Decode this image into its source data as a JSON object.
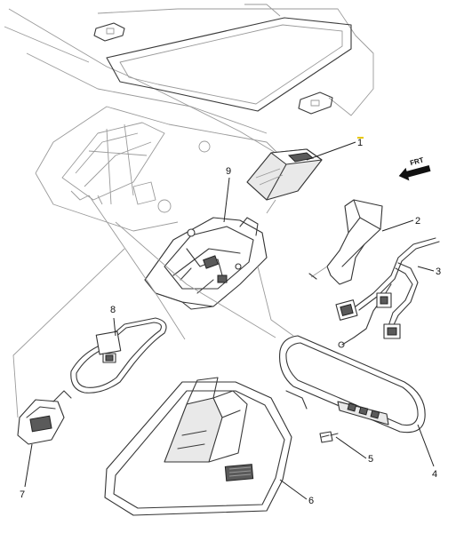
{
  "figure": {
    "orientation_label": "FRT",
    "callouts": [
      {
        "id": "callout-1",
        "label": "1"
      },
      {
        "id": "callout-2",
        "label": "2"
      },
      {
        "id": "callout-3",
        "label": "3"
      },
      {
        "id": "callout-4",
        "label": "4"
      },
      {
        "id": "callout-5",
        "label": "5"
      },
      {
        "id": "callout-6",
        "label": "6"
      },
      {
        "id": "callout-7",
        "label": "7"
      },
      {
        "id": "callout-8",
        "label": "8"
      },
      {
        "id": "callout-9",
        "label": "9"
      }
    ],
    "highlight_color": "#e8c800"
  }
}
